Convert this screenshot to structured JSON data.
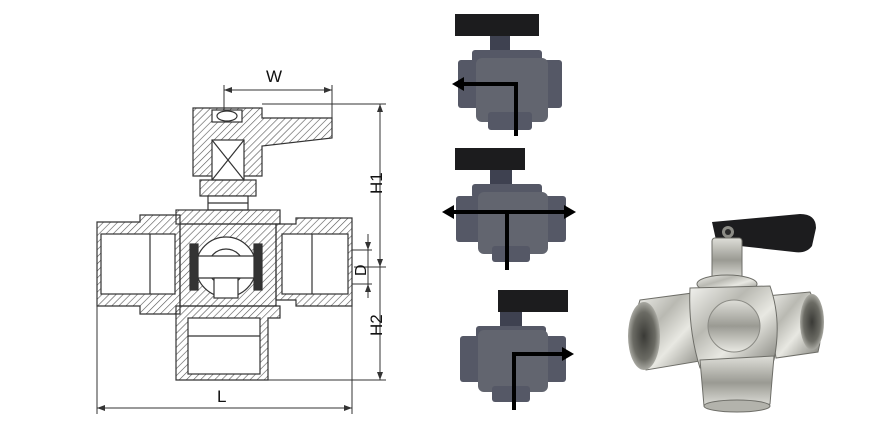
{
  "dimensions": {
    "width_label": "W",
    "height_upper_label": "H1",
    "height_lower_label": "H2",
    "port_diameter_label": "D",
    "length_label": "L"
  },
  "flow_positions": [
    {
      "arrows": [
        "left",
        "down"
      ]
    },
    {
      "arrows": [
        "left",
        "right",
        "down"
      ]
    },
    {
      "arrows": [
        "right",
        "down"
      ]
    }
  ],
  "colors": {
    "line": "#333333",
    "hatch": "#555555",
    "valve_body": "#555866",
    "valve_body_dark": "#3e4150",
    "handle": "#1c1c1e",
    "arrow": "#000000",
    "brass_nickel": "#c9c9c4"
  },
  "icons": [
    "ball-valve-cross-section",
    "ball-valve-position-icon",
    "three-way-ball-valve-photo"
  ]
}
